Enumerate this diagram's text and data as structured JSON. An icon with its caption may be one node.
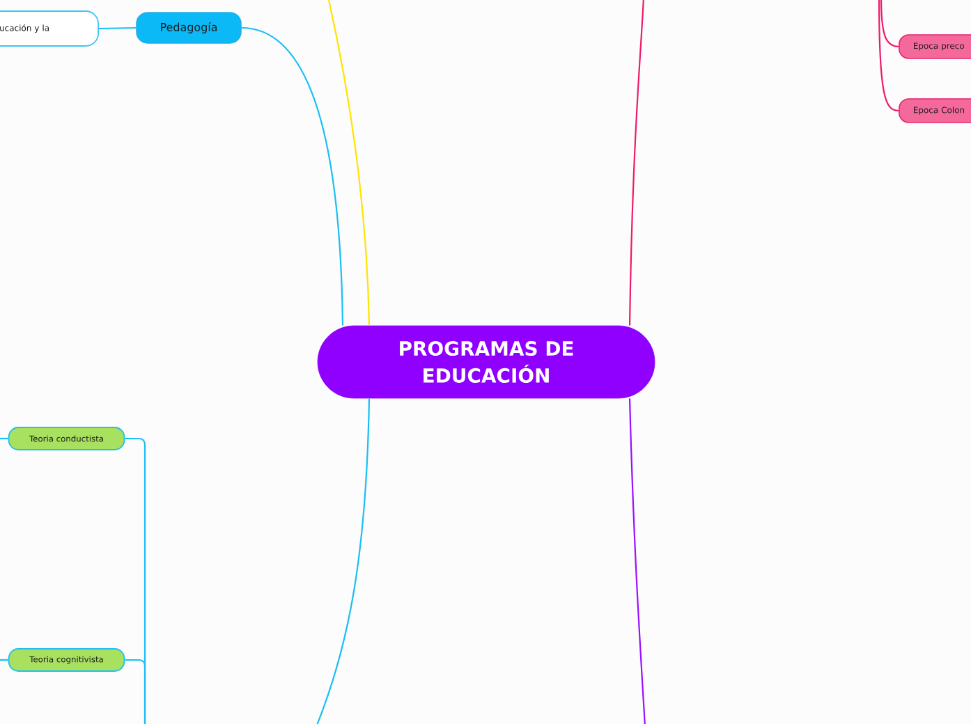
{
  "diagram": {
    "nodes": [
      {
        "text": [
          "PROGRAMAS DE EDUCACIÓN"
        ]
      },
      {
        "text": [
          "Pedagogía"
        ]
      },
      {
        "text": [
          "ucación y la"
        ]
      },
      {
        "text": [
          "Epoca preco"
        ]
      },
      {
        "text": [
          "Epoca Colon"
        ]
      },
      {
        "text": [
          "Teoria conductista"
        ]
      },
      {
        "text": [
          "Teoria cognitivista"
        ]
      }
    ],
    "edges": [
      {
        "from": 0,
        "to": 1,
        "arrow": "none"
      },
      {
        "from": 1,
        "to": 2,
        "arrow": "none"
      },
      {
        "from": 0,
        "to": null,
        "arrow": "none",
        "color": "#ffe400"
      },
      {
        "from": 0,
        "to": null,
        "arrow": "none",
        "color": "#f0196b"
      },
      {
        "from": null,
        "to": 3,
        "arrow": "none",
        "color": "#f0196b"
      },
      {
        "from": null,
        "to": 4,
        "arrow": "none",
        "color": "#f0196b"
      },
      {
        "from": 0,
        "to": null,
        "arrow": "none"
      },
      {
        "from": 0,
        "to": null,
        "arrow": "none",
        "color": "#9c0fff"
      },
      {
        "from": null,
        "to": 5,
        "arrow": "none"
      },
      {
        "from": null,
        "to": 6,
        "arrow": "none"
      },
      {
        "from": 5,
        "to": null,
        "arrow": "none"
      },
      {
        "from": 6,
        "to": null,
        "arrow": "none"
      }
    ]
  }
}
